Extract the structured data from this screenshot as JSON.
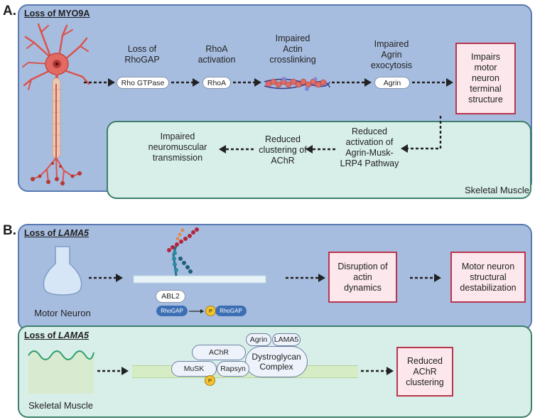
{
  "panel_a": {
    "letter": "A.",
    "title": "Loss of MYO9A",
    "steps": [
      {
        "label": "Loss of\nRhoGAP",
        "pill": "Rho GTPase"
      },
      {
        "label": "RhoA\nactivation",
        "pill": "RhoA"
      },
      {
        "label": "Impaired\nActin\ncrosslinking"
      },
      {
        "label": "Impaired\nAgrin\nexocytosis",
        "pill": "Agrin"
      }
    ],
    "result": "Impairs\nmotor\nneuron\nterminal\nstructure",
    "muscle": {
      "steps": [
        "Reduced\nactivation of\nAgrin-Musk-\nLRP4 Pathway",
        "Reduced\nclustering of\nAChR",
        "Impaired\nneuromuscular\ntransmission"
      ],
      "label": "Skeletal Muscle"
    }
  },
  "panel_b": {
    "letter": "B.",
    "neuron": {
      "title_prefix": "Loss of ",
      "title_gene": "LAMA5",
      "label": "Motor Neuron",
      "abl2": "ABL2",
      "rhogap_left": "RhoGAP",
      "phospho": "P",
      "rhogap_right": "RhoGAP",
      "box1": "Disruption of\nactin\ndynamics",
      "box2": "Motor neuron\nstructural\ndestabilization"
    },
    "muscle": {
      "title_prefix": "Loss of ",
      "title_gene": "LAMA5",
      "label": "Skeletal Muscle",
      "proteins": {
        "agrin": "Agrin",
        "lama5": "LAMA5",
        "achr": "AChR",
        "dystroglycan": "Dystroglycan\nComplex",
        "musk": "MuSK",
        "rapsyn": "Rapsyn",
        "phospho": "P"
      },
      "result": "Reduced\nAChR\nclustering"
    }
  },
  "colors": {
    "blue_panel": "#a7bde0",
    "green_panel": "#d8efe9",
    "pink_box_fill": "#fbe7ec",
    "pink_box_border": "#b8364d",
    "neuron": "#e36a63"
  }
}
